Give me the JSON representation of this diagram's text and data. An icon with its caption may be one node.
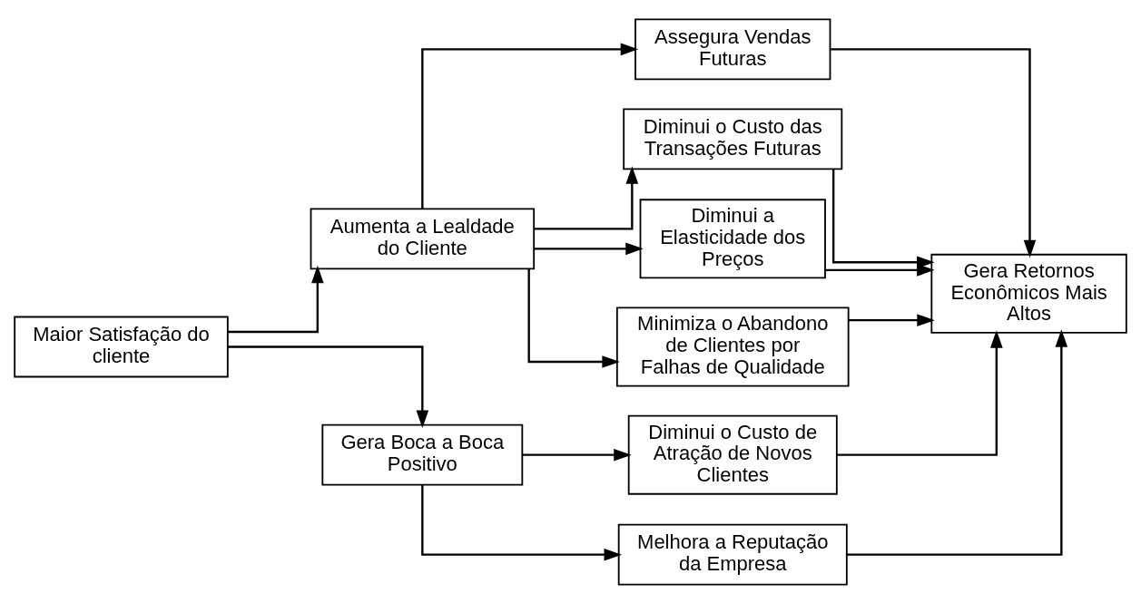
{
  "diagram": {
    "nodes": [
      {
        "text": [
          "Maior Satisfação do cliente"
        ]
      },
      {
        "text": [
          "Aumenta a Lealdade do Cliente"
        ]
      },
      {
        "text": [
          "Gera Boca a Boca Positivo"
        ]
      },
      {
        "text": [
          "Assegura Vendas Futuras"
        ]
      },
      {
        "text": [
          "Diminui o Custo das Transações Futuras"
        ]
      },
      {
        "text": [
          "Diminui a Elasticidade dos Preços"
        ]
      },
      {
        "text": [
          "Minimiza o Abandono de Clientes por Falhas de Qualidade"
        ]
      },
      {
        "text": [
          "Diminui o Custo de Atração de Novos Clientes"
        ]
      },
      {
        "text": [
          "Melhora a Reputação da Empresa"
        ]
      },
      {
        "text": [
          "Gera Retornos Econômicos Mais Altos"
        ]
      }
    ],
    "edges": [
      {
        "from": 0,
        "to": 1,
        "arrow": "to"
      },
      {
        "from": 0,
        "to": 2,
        "arrow": "to"
      },
      {
        "from": 1,
        "to": 3,
        "arrow": "to"
      },
      {
        "from": 1,
        "to": 4,
        "arrow": "to"
      },
      {
        "from": 1,
        "to": 5,
        "arrow": "to"
      },
      {
        "from": 1,
        "to": 6,
        "arrow": "to"
      },
      {
        "from": 2,
        "to": 7,
        "arrow": "to"
      },
      {
        "from": 2,
        "to": 8,
        "arrow": "to"
      },
      {
        "from": 3,
        "to": 9,
        "arrow": "to"
      },
      {
        "from": 4,
        "to": 9,
        "arrow": "to"
      },
      {
        "from": 5,
        "to": 9,
        "arrow": "to"
      },
      {
        "from": 6,
        "to": 9,
        "arrow": "to"
      },
      {
        "from": 7,
        "to": 9,
        "arrow": "to"
      },
      {
        "from": 8,
        "to": 9,
        "arrow": "to"
      }
    ]
  }
}
